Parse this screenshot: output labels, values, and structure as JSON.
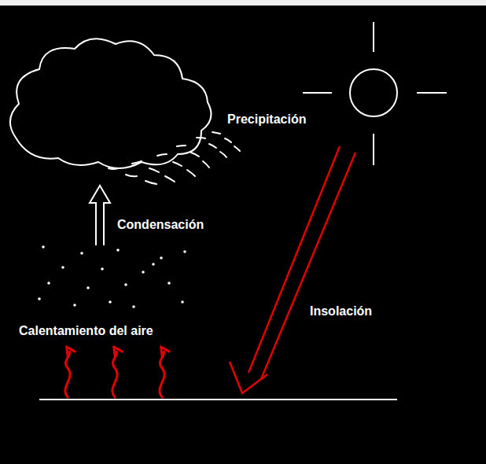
{
  "diagram": {
    "labels": [
      "Precipitación",
      "Condensación",
      "Calentamiento del aire",
      "Insolación"
    ]
  }
}
